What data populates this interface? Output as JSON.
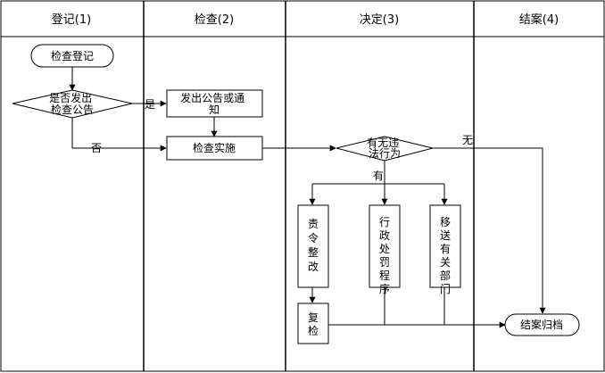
{
  "lanes": [
    {
      "title": "登记(1)"
    },
    {
      "title": "检查(2)"
    },
    {
      "title": "决定(3)"
    },
    {
      "title": "结案(4)"
    }
  ],
  "nodes": {
    "register": "检查登记",
    "decision_publish": "是否发出检查公告",
    "publish_notice": "发出公告或通知",
    "inspect": "检查实施",
    "decision_violation": "有无违法行为",
    "order_correction": "责令整改",
    "admin_penalty": "行政处罚程序",
    "transfer_dept": "移送有关部门",
    "review": "复检",
    "close_case": "结案归档"
  },
  "edge_labels": {
    "yes": "是",
    "no": "否",
    "has": "有",
    "none": "无"
  },
  "colors": {
    "stroke": "#000000",
    "background": "#ffffff"
  }
}
